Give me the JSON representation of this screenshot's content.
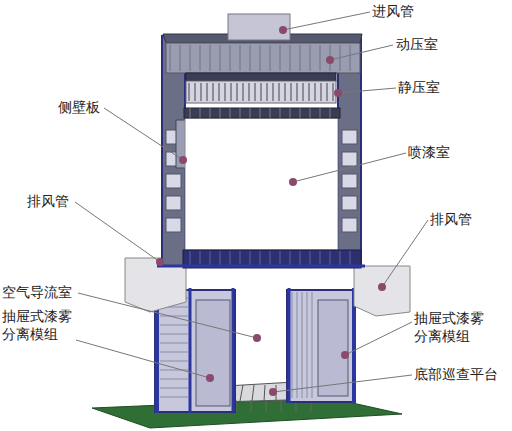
{
  "diagram": {
    "labels": [
      "进风管",
      "动压室",
      "静压室",
      "侧壁板",
      "喷漆室",
      "排风管",
      "排风管",
      "空气导流室",
      "抽屉式漆雾 分离模组",
      "抽屉式漆雾 分离模组",
      "底部巡查平台"
    ]
  }
}
